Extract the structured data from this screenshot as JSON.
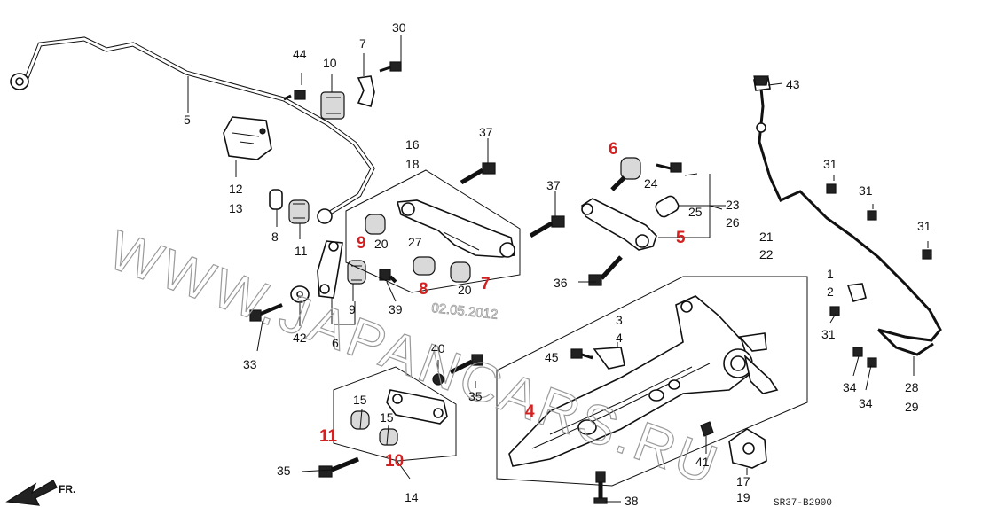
{
  "reference_code": "SR37-B2900",
  "date_stamp": "02.05.2012",
  "watermark": "WWW.JAPANCARS.RU",
  "front_marker": "FR.",
  "part_numbers": {
    "p1": "1",
    "p2": "2",
    "p3": "3",
    "p4": "4",
    "p5": "5",
    "p6": "6",
    "p7": "7",
    "p8": "8",
    "p9": "9",
    "p10": "10",
    "p11": "11",
    "p12": "12",
    "p13": "13",
    "p14": "14",
    "p15a": "15",
    "p15b": "15",
    "p16": "16",
    "p17": "17",
    "p18": "18",
    "p19": "19",
    "p20a": "20",
    "p20b": "20",
    "p21": "21",
    "p22": "22",
    "p23": "23",
    "p24": "24",
    "p25": "25",
    "p26": "26",
    "p27": "27",
    "p28": "28",
    "p29": "29",
    "p30": "30",
    "p31a": "31",
    "p31b": "31",
    "p31c": "31",
    "p31d": "31",
    "p33": "33",
    "p34a": "34",
    "p34b": "34",
    "p35a": "35",
    "p35b": "35",
    "p36": "36",
    "p37a": "37",
    "p37b": "37",
    "p38": "38",
    "p39": "39",
    "p40": "40",
    "p41": "41",
    "p42": "42",
    "p43": "43",
    "p44": "44",
    "p45": "45"
  },
  "red_labels": {
    "r4": "4",
    "r5": "5",
    "r6": "6",
    "r7": "7",
    "r8": "8",
    "r9": "9",
    "r10": "10",
    "r11": "11"
  },
  "colors": {
    "ink": "#111111",
    "highlight": "#d42020",
    "watermark": "#9a9a9a",
    "background": "#ffffff"
  }
}
